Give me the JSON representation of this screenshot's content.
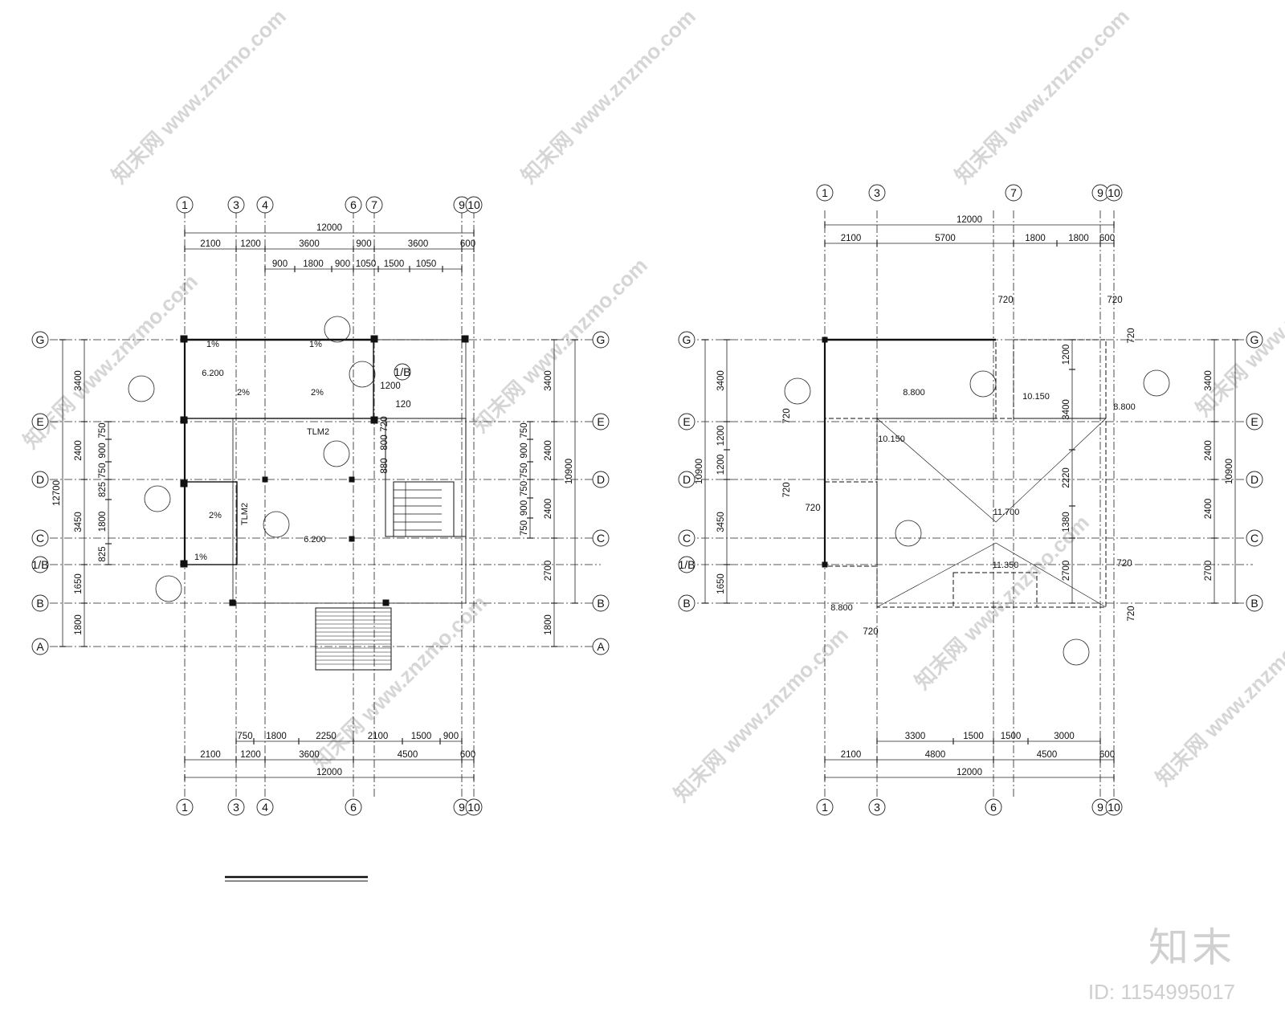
{
  "watermark_text": "知末网 www.znzmo.com",
  "brand": {
    "logo": "知末",
    "id_text": "ID: 1154995017"
  },
  "plan1": {
    "top_axes": [
      "1",
      "3",
      "4",
      "6",
      "7",
      "9",
      "10"
    ],
    "bottom_axes": [
      "1",
      "3",
      "4",
      "6",
      "9",
      "10"
    ],
    "row_axes_left": [
      "G",
      "E",
      "D",
      "C",
      "1/B",
      "B",
      "A"
    ],
    "row_axes_right": [
      "G",
      "E",
      "D",
      "C",
      "B",
      "A"
    ],
    "top_total": "12000",
    "top_row1": [
      "2100",
      "1200",
      "3600",
      "900",
      "3600",
      "600"
    ],
    "top_row2": [
      "900",
      "1800",
      "900",
      "1050",
      "1500",
      "1050"
    ],
    "bottom_row1": [
      "750",
      "1800",
      "2250",
      "2100",
      "1500",
      "900"
    ],
    "bottom_row2": [
      "2100",
      "1200",
      "3600",
      "4500",
      "600"
    ],
    "bottom_total": "12000",
    "left_outer": [
      "3400",
      "2400",
      "3450",
      "1650",
      "1800"
    ],
    "left_total": "12700",
    "left_inner": [
      "750",
      "900",
      "750",
      "825",
      "1800",
      "825"
    ],
    "right_outer": [
      "3400",
      "2400",
      "2400",
      "2700",
      "1800"
    ],
    "right_total": "10900",
    "right_inner": [
      "750",
      "900",
      "750",
      "750",
      "900",
      "750"
    ],
    "labels": {
      "elev_620_a": "6.200",
      "elev_620_b": "6.200",
      "slope_2a": "2%",
      "slope_2b": "2%",
      "slope_2c": "2%",
      "slope_1a": "1%",
      "slope_1b": "1%",
      "slope_1c": "1%",
      "tlm2_a": "TLM2",
      "tlm2_b": "TLM2",
      "axis_1b": "1/B",
      "d1200": "1200",
      "d120": "120",
      "d720": "720",
      "d880": "880",
      "d800": "800"
    }
  },
  "plan2": {
    "top_axes": [
      "1",
      "3",
      "7",
      "9",
      "10"
    ],
    "bottom_axes": [
      "1",
      "3",
      "6",
      "9",
      "10"
    ],
    "row_axes_left": [
      "G",
      "E",
      "D",
      "C",
      "1/B",
      "B"
    ],
    "row_axes_right": [
      "G",
      "E",
      "D",
      "C",
      "B"
    ],
    "top_total": "12000",
    "top_row1": [
      "2100",
      "5700",
      "1800",
      "1800",
      "600"
    ],
    "bottom_row1": [
      "3300",
      "1500",
      "1500",
      "3000"
    ],
    "bottom_row2": [
      "2100",
      "4800",
      "4500",
      "600"
    ],
    "bottom_total": "12000",
    "left_outer": [
      "3400",
      "1200",
      "1200",
      "3450",
      "1650"
    ],
    "left_total": "10900",
    "right_outer": [
      "3400",
      "2400",
      "2400",
      "2700"
    ],
    "right_total": "10900",
    "inner_vertical": [
      "1200",
      "3400",
      "2220",
      "1380",
      "2700"
    ],
    "labels": {
      "e8800_a": "8.800",
      "e8800_b": "8.800",
      "e8800_c": "8.800",
      "e10150_a": "10.150",
      "e10150_b": "10.150",
      "e11700": "11.700",
      "e11350": "11.350",
      "d720": "720"
    }
  }
}
